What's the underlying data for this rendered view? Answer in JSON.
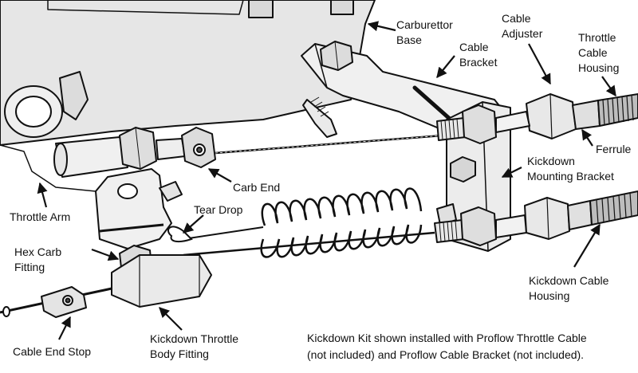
{
  "labels": {
    "carburettor_base": "Carburettor\nBase",
    "cable_bracket": "Cable\nBracket",
    "cable_adjuster": "Cable\nAdjuster",
    "throttle_cable_housing": "Throttle\nCable\nHousing",
    "ferrule": "Ferrule",
    "kickdown_mounting_bracket": "Kickdown\nMounting Bracket",
    "carb_end": "Carb End",
    "tear_drop": "Tear Drop",
    "throttle_arm": "Throttle Arm",
    "hex_carb_fitting": "Hex Carb\nFitting",
    "kickdown_cable_housing": "Kickdown Cable\nHousing",
    "cable_end_stop": "Cable End Stop",
    "kickdown_throttle_body_fitting": "Kickdown Throttle\nBody Fitting"
  },
  "caption": "Kickdown Kit shown installed with Proflow Throttle Cable\n(not included) and Proflow Cable Bracket (not included).",
  "colors": {
    "line": "#111111",
    "carb_body": "#e4e4e4",
    "metal": "#f2f2f2",
    "shade": "#bdbdbd",
    "dark": "#555555"
  }
}
